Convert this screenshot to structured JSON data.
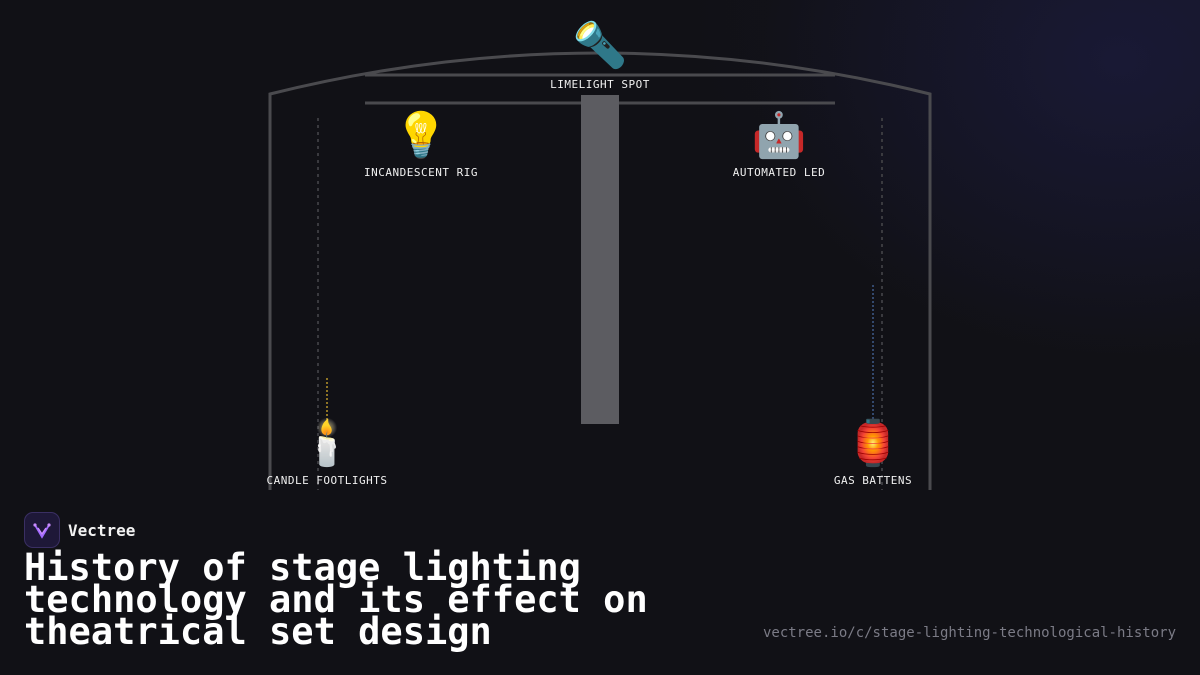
{
  "fixtures": {
    "limelight": {
      "icon": "flashlight-icon",
      "glyph": "🔦",
      "label": "LIMELIGHT SPOT"
    },
    "incandescent": {
      "icon": "light-bulb-icon",
      "glyph": "💡",
      "label": "INCANDESCENT RIG"
    },
    "led": {
      "icon": "robot-icon",
      "glyph": "🤖",
      "label": "AUTOMATED LED"
    },
    "candle": {
      "icon": "candle-icon",
      "glyph": "🕯️",
      "label": "CANDLE FOOTLIGHTS"
    },
    "gas": {
      "icon": "lantern-icon",
      "glyph": "🏮",
      "label": "GAS BATTENS"
    }
  },
  "brand": {
    "name": "Vectree",
    "icon": "vectree-logo-icon"
  },
  "title": "History of stage lighting technology and its effect on theatrical set design",
  "url": "vectree.io/c/stage-lighting-technological-history",
  "colors": {
    "background": "#111116",
    "frame": "#4a4a4e",
    "beam": "#5c5c61",
    "candle_line": "#b8952a",
    "gas_line": "#3f5a8a"
  }
}
